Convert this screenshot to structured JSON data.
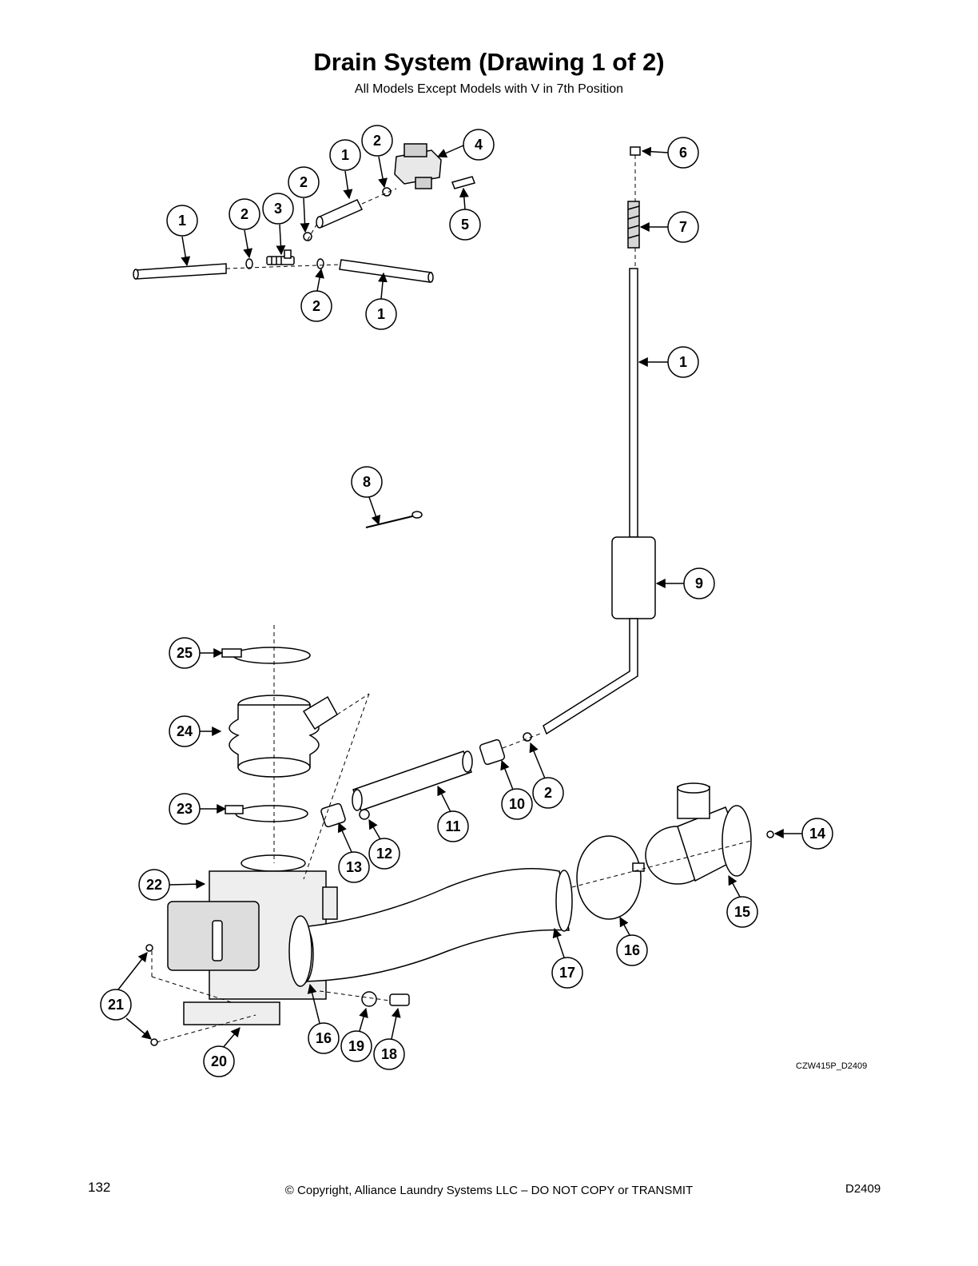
{
  "page": {
    "title": "Drain System (Drawing 1 of 2)",
    "subtitle": "All Models Except Models with V in 7th Position",
    "drawing_code": "CZW415P_D2409",
    "footer": {
      "page_number": "132",
      "copyright": "© Copyright, Alliance Laundry Systems LLC – DO NOT COPY or TRANSMIT",
      "doc_code": "D2409"
    }
  },
  "callouts": [
    "1",
    "2",
    "3",
    "4",
    "5",
    "6",
    "7",
    "8",
    "9",
    "10",
    "11",
    "12",
    "13",
    "14",
    "15",
    "16",
    "17",
    "18",
    "19",
    "20",
    "21",
    "22",
    "23",
    "24",
    "25"
  ]
}
